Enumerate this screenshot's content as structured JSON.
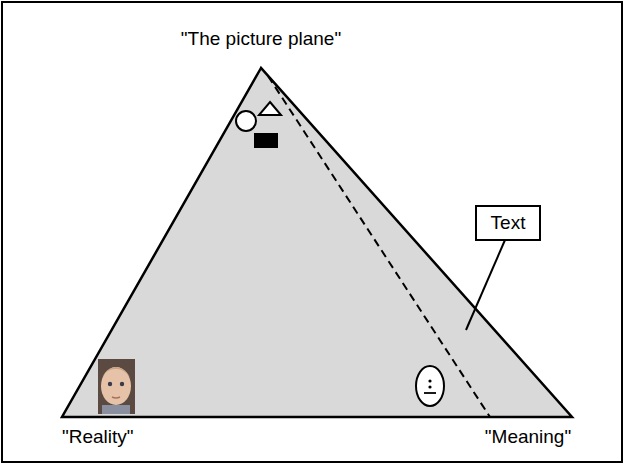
{
  "diagram": {
    "nodes": [
      {
        "text": [
          "Text"
        ]
      }
    ],
    "labels": [
      "\"The picture plane\"",
      "\"Reality\"",
      "\"Meaning\""
    ]
  }
}
